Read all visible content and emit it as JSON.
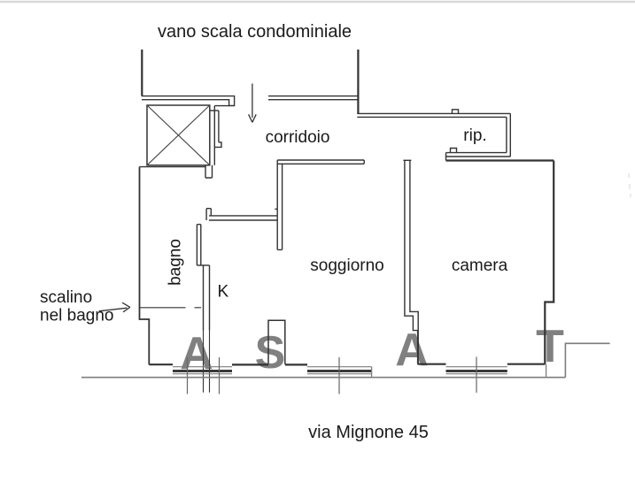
{
  "labels": {
    "title": "vano scala condominiale",
    "corridor": "corridoio",
    "storage": "rip.",
    "bathroom": "bagno",
    "kitchen": "K",
    "living_room": "soggiorno",
    "bedroom": "camera",
    "note_line1": "scalino",
    "note_line2": "nel bagno",
    "address": "via Mignone 45"
  },
  "watermark": {
    "letters": [
      "A",
      "S",
      "A",
      "T"
    ],
    "color": "#e7c9c9"
  },
  "colors": {
    "wall": "#333333",
    "outline_gray": "#7d7d7d",
    "text": "#1a1a1a",
    "page_border": "#d9d9d9"
  }
}
